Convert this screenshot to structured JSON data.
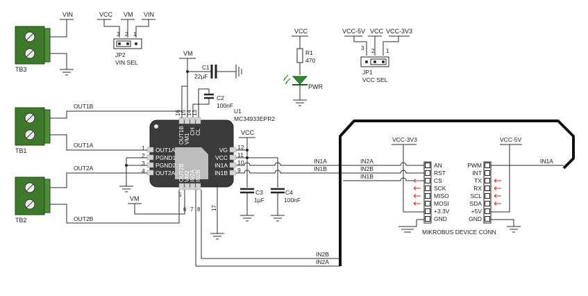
{
  "power_labels": {
    "vin_tb3": "VIN",
    "jp2_vcc": "VCC",
    "jp2_vm": "VM",
    "jp2_vin": "VIN",
    "led_vcc": "VCC",
    "jp1_vcc5": "VCC-5V",
    "jp1_vcc": "VCC",
    "jp1_vcc3": "VCC-3V3",
    "chip_vm": "VM",
    "c3c4_vcc": "VCC",
    "vm_bottom": "VM",
    "mikro_left": "VCC-3V3",
    "mikro_right": "VCC-5V"
  },
  "terminals": [
    "TB3",
    "TB1",
    "TB2"
  ],
  "jumpers": {
    "jp2": {
      "ref": "JP2",
      "label": "VIN SEL",
      "pins": [
        "3",
        "2",
        "1"
      ]
    },
    "jp1": {
      "ref": "JP1",
      "label": "VCC SEL",
      "pins": [
        "3",
        "2",
        "1"
      ]
    }
  },
  "led_circuit": {
    "r_ref": "R1",
    "r_value": "470",
    "led_label": "PWR"
  },
  "capacitors": {
    "c1": {
      "ref": "C1",
      "value": "22µF"
    },
    "c2": {
      "ref": "C2",
      "value": "100nF"
    },
    "c3": {
      "ref": "C3",
      "value": "1µF"
    },
    "c4": {
      "ref": "C4",
      "value": "100nF"
    }
  },
  "ic": {
    "ref": "U1",
    "part": "MC34933EPR2",
    "left_pins": [
      {
        "num": "1",
        "name": "OUT1A"
      },
      {
        "num": "2",
        "name": "PGND1"
      },
      {
        "num": "3",
        "name": "PGND2"
      },
      {
        "num": "4",
        "name": "OUT2A"
      }
    ],
    "right_pins": [
      {
        "num": "12",
        "name": "VG"
      },
      {
        "num": "11",
        "name": "VCC"
      },
      {
        "num": "10",
        "name": "IN1A"
      },
      {
        "num": "9",
        "name": "IN1B"
      }
    ],
    "top_pins": [
      {
        "num": "16",
        "name": "OUT1B"
      },
      {
        "num": "15",
        "name": "VM1"
      },
      {
        "num": "14",
        "name": "CH"
      },
      {
        "num": "13",
        "name": "CL"
      }
    ],
    "bottom_pins": [
      {
        "num": "5",
        "name": "OUT2B"
      },
      {
        "num": "6",
        "name": "VM2"
      },
      {
        "num": "7",
        "name": "IN2A"
      },
      {
        "num": "8",
        "name": "IN2B"
      }
    ],
    "pin17": "17"
  },
  "nets": {
    "out1b": "OUT1B",
    "out1a": "OUT1A",
    "out2a": "OUT2A",
    "out2b": "OUT2B",
    "in1a_ic": "IN1A",
    "in1b_ic": "IN1B",
    "in2a_bus": "IN2A",
    "in2b_bus": "IN2B",
    "in1b_bus": "IN1B",
    "in1a_right": "IN1A",
    "in2b_bottom": "IN2B",
    "in2a_bottom": "IN2A"
  },
  "mikrobus": {
    "left_pins": [
      "AN",
      "RST",
      "CS",
      "SCK",
      "MISO",
      "MOSI",
      "+3.3V",
      "GND"
    ],
    "right_pins": [
      "PWM",
      "INT",
      "TX",
      "RX",
      "SCL",
      "SDA",
      "+5V",
      "GND"
    ],
    "title": "MIKROBUS DEVICE CONN"
  },
  "colors": {
    "terminal_green": "#3c7a2a",
    "led_green": "#2e8b2e",
    "arrow_red": "#cc2a2a",
    "chip_body": "#3b3b3b",
    "chip_pad": "#bdbdbd"
  }
}
